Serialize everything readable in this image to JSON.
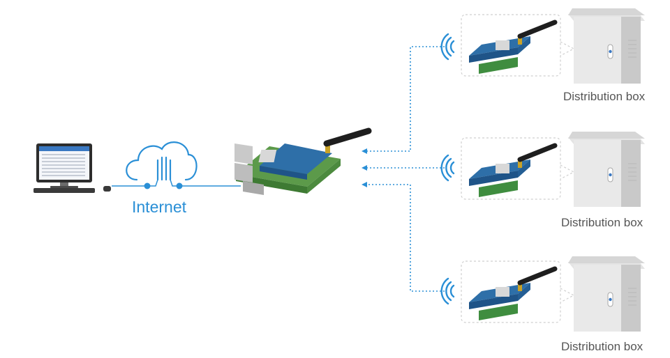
{
  "network": {
    "label": "Internet"
  },
  "boxes": [
    {
      "label": "Distribution box"
    },
    {
      "label": "Distribution box"
    },
    {
      "label": "Distribution box"
    }
  ],
  "colors": {
    "accent": "#2a8fd6",
    "board_blue": "#2e6fa8",
    "board_green": "#3f8d3f",
    "cabinet_gray": "#dcdcdc",
    "connector_gray": "#9a9a9a"
  },
  "icons": {
    "computer": "desktop-computer-icon",
    "cloud": "cloud-icon",
    "gateway": "raspberry-pi-lora-hat-icon",
    "node": "lora-node-board-icon",
    "cabinet": "distribution-cabinet-icon",
    "signal": "wifi-signal-icon"
  }
}
